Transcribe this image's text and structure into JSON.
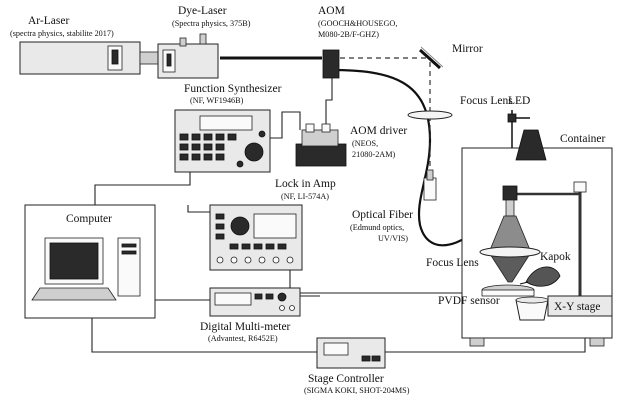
{
  "labels": {
    "ar_laser": "Ar-Laser",
    "ar_laser_sub": "(spectra physics, stabilite 2017)",
    "dye_laser": "Dye-Laser",
    "dye_laser_sub": "(Spectra physics, 375B)",
    "aom": "AOM",
    "aom_sub1": "(GOOCH&HOUSEGO,",
    "aom_sub2": "M080-2B/F-GHZ)",
    "mirror": "Mirror",
    "focus_lens_top": "Focus Lens",
    "led": "LED",
    "container": "Container",
    "function_synth": "Function Synthesizer",
    "function_synth_sub": "(NF, WF1946B)",
    "aom_driver": "AOM driver",
    "aom_driver_sub1": "(NEOS,",
    "aom_driver_sub2": "21080-2AM)",
    "lock_in": "Lock in Amp",
    "lock_in_sub": "(NF, LI-574A)",
    "computer": "Computer",
    "optical_fiber": "Optical Fiber",
    "optical_fiber_sub1": "(Edmund optics,",
    "optical_fiber_sub2": "UV/VIS)",
    "focus_lens_bottom": "Focus Lens",
    "kapok": "Kapok",
    "pvdf": "PVDF sensor",
    "xy_stage": "X-Y stage",
    "multimeter": "Digital Multi-meter",
    "multimeter_sub": "(Advantest, R6452E)",
    "stage_ctrl": "Stage Controller",
    "stage_ctrl_sub": "(SIGMA KOKI, SHOT-204MS)"
  }
}
